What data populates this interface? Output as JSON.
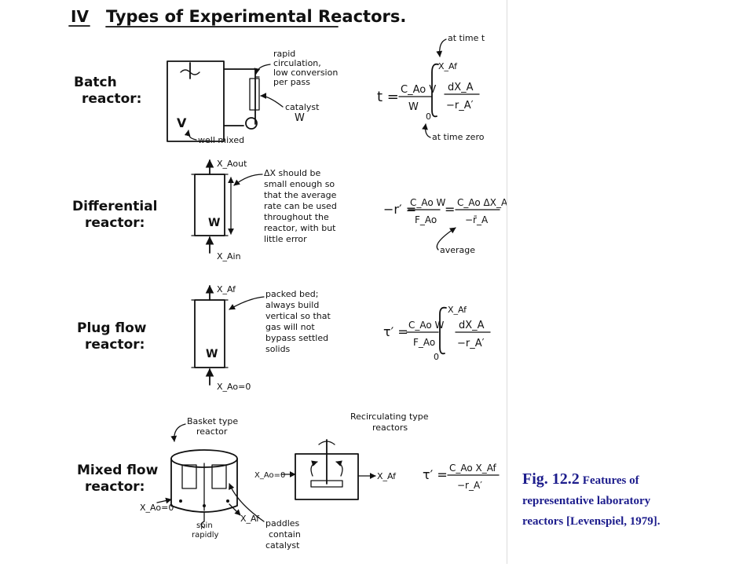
{
  "sheet": {
    "section_number": "IV",
    "section_title": "Types of Experimental Reactors.",
    "batch": {
      "title_line1": "Batch",
      "title_line2": "reactor:",
      "volume_label": "V",
      "circulation_note": [
        "rapid",
        "circulation,",
        "low conversion",
        "per pass"
      ],
      "catalyst_note": [
        "catalyst",
        "W"
      ],
      "mixing_note": "well mixed",
      "eq_lhs": "t =",
      "eq_num": "C_Ao V",
      "eq_den": "W",
      "int_upper": "X_Af",
      "int_lower": "0",
      "integrand_num": "dX_A",
      "integrand_den": "−r_A′",
      "upper_note": "at time t",
      "lower_note": "at time zero"
    },
    "differential": {
      "title_line1": "Differential",
      "title_line2": "reactor:",
      "outlet_label": "X_Aout",
      "inlet_label": "X_Ain",
      "catalyst_label": "W",
      "note": [
        "ΔX should be",
        "small enough so",
        "that the average",
        "rate can be used",
        "throughout the",
        "reactor, with but",
        "little error"
      ],
      "eq_lhs": "−r′ =",
      "eq_num1": "C_Ao W",
      "eq_den1": "F_Ao",
      "eq_eq": "=",
      "eq_num2": "C_Ao ΔX_A",
      "eq_den2": "−r̄_A",
      "avg_note": "average"
    },
    "plug": {
      "title_line1": "Plug flow",
      "title_line2": "reactor:",
      "outlet_label": "X_Af",
      "inlet_label": "X_Ao=0",
      "catalyst_label": "W",
      "note": [
        "packed bed;",
        "always build",
        "vertical so that",
        "gas will not",
        "bypass settled",
        "solids"
      ],
      "eq_lhs": "τ′ =",
      "eq_num": "C_Ao W",
      "eq_den": "F_Ao",
      "int_upper": "X_Af",
      "int_lower": "0",
      "integrand_num": "dX_A",
      "integrand_den": "−r_A′"
    },
    "mixed": {
      "title_line1": "Mixed flow",
      "title_line2": "reactor:",
      "basket_note": [
        "Basket type",
        "reactor"
      ],
      "recirc_note": [
        "Recirculating type",
        "reactors"
      ],
      "inlet_label": "X_Ao=0",
      "outlet_label": "X_Af",
      "recirc_inlet": "X_Ao=0",
      "recirc_outlet": "X_Af",
      "spin_note": [
        "spin",
        "rapidly"
      ],
      "paddles_note": [
        "paddles",
        "contain",
        "catalyst"
      ],
      "eq_lhs": "τ′ =",
      "eq_num": "C_Ao X_Af",
      "eq_den": "−r_A′"
    }
  },
  "caption": {
    "figure_label": "Fig. 12.2",
    "text_part1": "Features of",
    "text_part2": "representative laboratory",
    "text_part3": "reactors [Levenspiel, 1979]."
  },
  "colors": {
    "ink": "#111111",
    "caption": "#1c1c8c",
    "frame": "#dcdcdc"
  }
}
